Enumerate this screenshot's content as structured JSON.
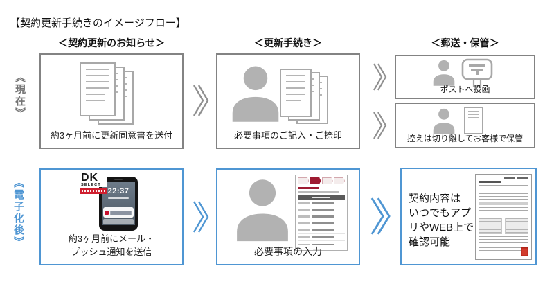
{
  "title": "【契約更新手続きのイメージフロー】",
  "columns": [
    {
      "header": "＜契約更新のお知らせ＞"
    },
    {
      "header": "＜更新手続き＞"
    },
    {
      "header": "＜郵送・保管＞"
    }
  ],
  "rows": {
    "current": {
      "label": "《現在》",
      "steps": [
        {
          "caption": "約3ヶ月前に更新同意書を送付"
        },
        {
          "caption": "必要事項のご記入・ご捺印"
        },
        {
          "caption": "ポストへ投函"
        },
        {
          "caption": "控えは切り離してお客様で保管"
        }
      ]
    },
    "digital": {
      "label": "《電子化後》",
      "steps": [
        {
          "caption_line1": "約3ヶ月前にメール・",
          "caption_line2": "プッシュ通知を送信"
        },
        {
          "caption": "必要事項の入力"
        },
        {
          "lines": [
            "契約内容は",
            "いつでもアプ",
            "リやWEB上で",
            "確認可能"
          ]
        }
      ]
    }
  },
  "phone": {
    "time": "22:37"
  },
  "logo": {
    "line1": "DK",
    "line2": "SELECT"
  },
  "colors": {
    "accent_blue": "#4f96d3",
    "box_gray": "#838383",
    "icon_gray": "#b2b2b2",
    "brand_red": "#cf1f2f",
    "form_red": "#9e1b32"
  }
}
